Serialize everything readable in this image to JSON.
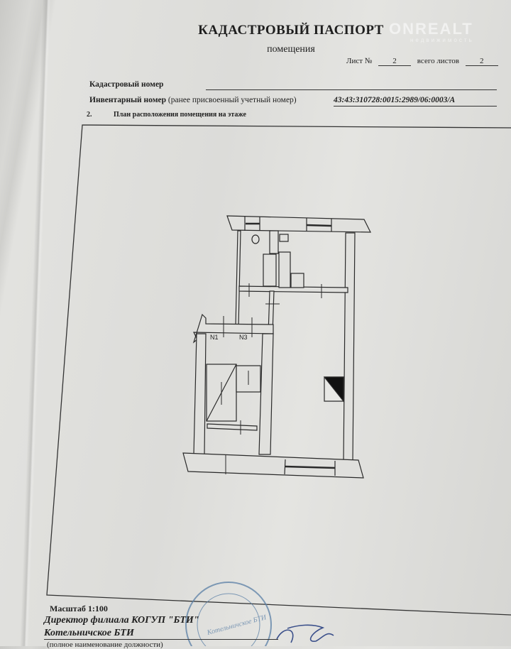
{
  "watermark": {
    "brand": "ONREALT",
    "tagline": "недвижимость"
  },
  "header": {
    "title": "КАДАСТРОВЫЙ ПАСПОРТ",
    "subtitle": "помещения",
    "sheet_label": "Лист №",
    "sheet_number": "2",
    "total_label": "всего листов",
    "total_sheets": "2"
  },
  "fields": {
    "cadastral_label": "Кадастровый номер",
    "cadastral_value": "",
    "inventory_label": "Инвентарный номер",
    "inventory_note": "(ранее присвоенный учетный номер)",
    "inventory_value": "43:43:310728:0015:2989/06:0003/A"
  },
  "section": {
    "number": "2.",
    "title": "План расположения помещения на этаже"
  },
  "plan": {
    "labels": [
      "N1",
      "N3"
    ]
  },
  "footer": {
    "scale": "Масштаб 1:100",
    "position": "Директор филиала КОГУП \"БТИ\"",
    "organization": "Котельничское БТИ",
    "note": "(полное наименование должности)",
    "stamp_text": "Котельничское БТИ"
  }
}
